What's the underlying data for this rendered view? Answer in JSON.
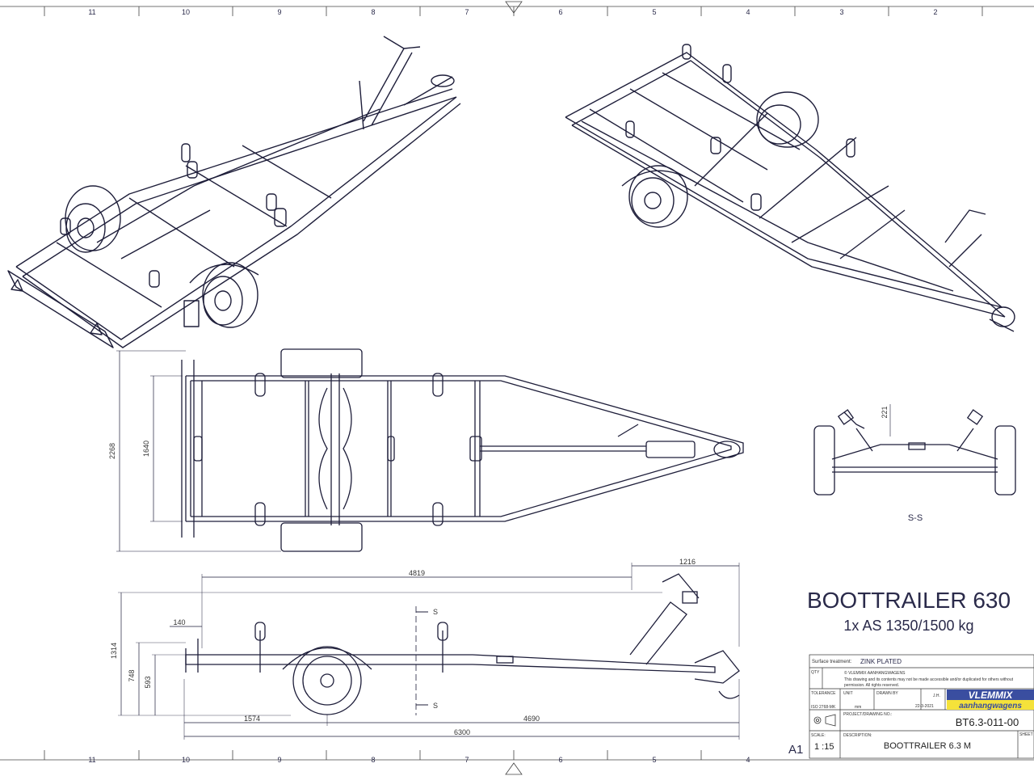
{
  "title": "BOOTTRAILER 630",
  "subtitle": "1x AS 1350/1500 kg",
  "section_label": "S-S",
  "section_marker": "S",
  "frame": {
    "cols": [
      "11",
      "10",
      "9",
      "8",
      "7",
      "6",
      "5",
      "4",
      "3",
      "2"
    ],
    "sheet_size": "A1"
  },
  "dimensions": {
    "overall_width": "2268",
    "inner_width": "1640",
    "overall_length": "6300",
    "front_to_coupling": "4819",
    "drawbar_extension": "1216",
    "rear_overhang": "140",
    "axle_position": "1574",
    "axle_to_front": "4690",
    "total_height": "1314",
    "frame_height": "748",
    "frame_top": "593",
    "section_height": "221"
  },
  "title_block": {
    "surface_label": "Surface treatment:",
    "surface_value": "ZINK PLATED",
    "copyright_label": "QTY",
    "copyright_line1": "© VLEMMIX AANHANGWAGENS",
    "copyright_line2": "This drawing and its contents may not be made accessible and/or duplicated for others without",
    "copyright_line3": "permission. All rights reserved.",
    "tolerance_label": "TOLERANCE",
    "tolerance_value": "ISO 2768-MK",
    "unit_label": "UNIT",
    "unit_value": "mm",
    "drawn_label": "DRAWN BY",
    "drawn_by": "J.H.",
    "date": "22-3-2021",
    "project_label": "PROJECT/DRAWING NO.:",
    "drawing_no": "BT6.3-011-00",
    "scale_label": "SCALE:",
    "scale_value": "1 :15",
    "description_label": "DESCRIPTION:",
    "description": "BOOTTRAILER 6.3 M",
    "sheet_label": "SHEET",
    "brand_name": "VLEMMIX",
    "brand_sub": "aanhangwagens"
  }
}
